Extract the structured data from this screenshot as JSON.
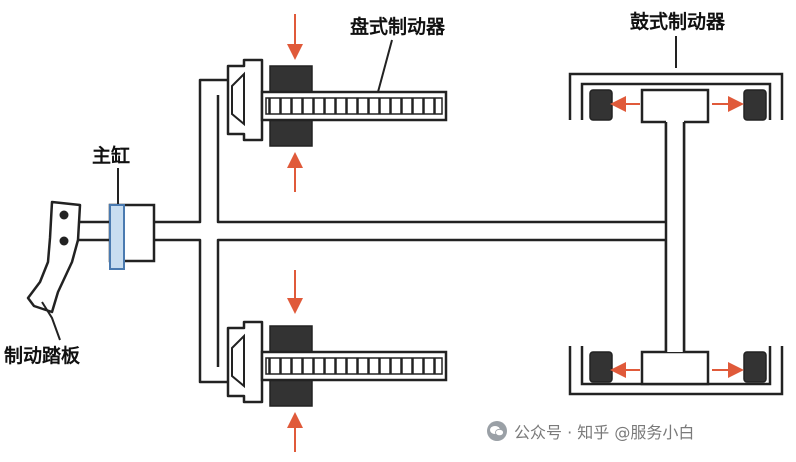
{
  "labels": {
    "disc_brake": "盘式制动器",
    "drum_brake": "鼓式制动器",
    "master_cylinder": "主缸",
    "brake_pedal": "制动踏板"
  },
  "watermark": {
    "icon": "wechat-icon",
    "text": "公众号 · 知乎 @服务小白"
  },
  "colors": {
    "line": "#222222",
    "pad": "#333333",
    "arrow": "#e05a3a",
    "cylinder": "#c8ddf0",
    "cylinder_stroke": "#4a7ab0",
    "pedal": "#ffffff"
  }
}
